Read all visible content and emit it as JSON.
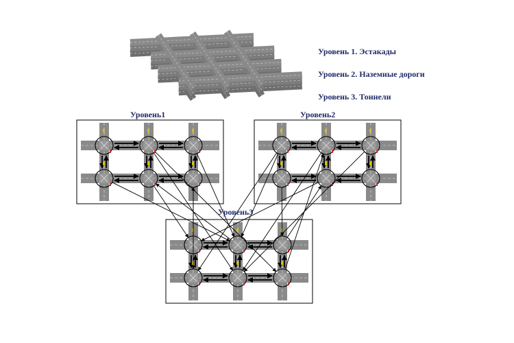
{
  "legend": {
    "items": [
      "Уровень 1. Эстакады",
      "Уровень 2. Наземные дороги",
      "Уровень 3. Тоннели"
    ]
  },
  "panels": [
    {
      "id": "level1",
      "title": "Уровень1"
    },
    {
      "id": "level2",
      "title": "Уровень2"
    },
    {
      "id": "level3",
      "title": "Уровень3"
    }
  ],
  "colors": {
    "title_text": "#1f2a66",
    "road": "#8a8a8a",
    "road_dark": "#5a5a5a",
    "frame": "#000000",
    "link_arrow": "#000000"
  },
  "grid": {
    "rows": 2,
    "cols": 3
  }
}
